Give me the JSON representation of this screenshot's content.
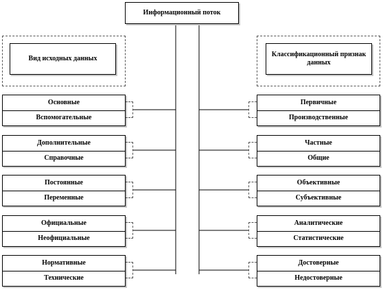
{
  "title": "Информационный поток",
  "left": {
    "header": "Вид исходных данных",
    "pairs": [
      [
        "Основные",
        "Вспомогательные"
      ],
      [
        "Дополнительные",
        "Справочные"
      ],
      [
        "Постоянные",
        "Переменные"
      ],
      [
        "Официальные",
        "Неофициальные"
      ],
      [
        "Нормативные",
        "Технические"
      ]
    ]
  },
  "right": {
    "header": "Классификационный признак данных",
    "pairs": [
      [
        "Первичные",
        "Производственные"
      ],
      [
        "Частные",
        "Общие"
      ],
      [
        "Объективные",
        "Субъективные"
      ],
      [
        "Аналитические",
        "Статистические"
      ],
      [
        "Достоверные",
        "Недостоверные"
      ]
    ]
  }
}
